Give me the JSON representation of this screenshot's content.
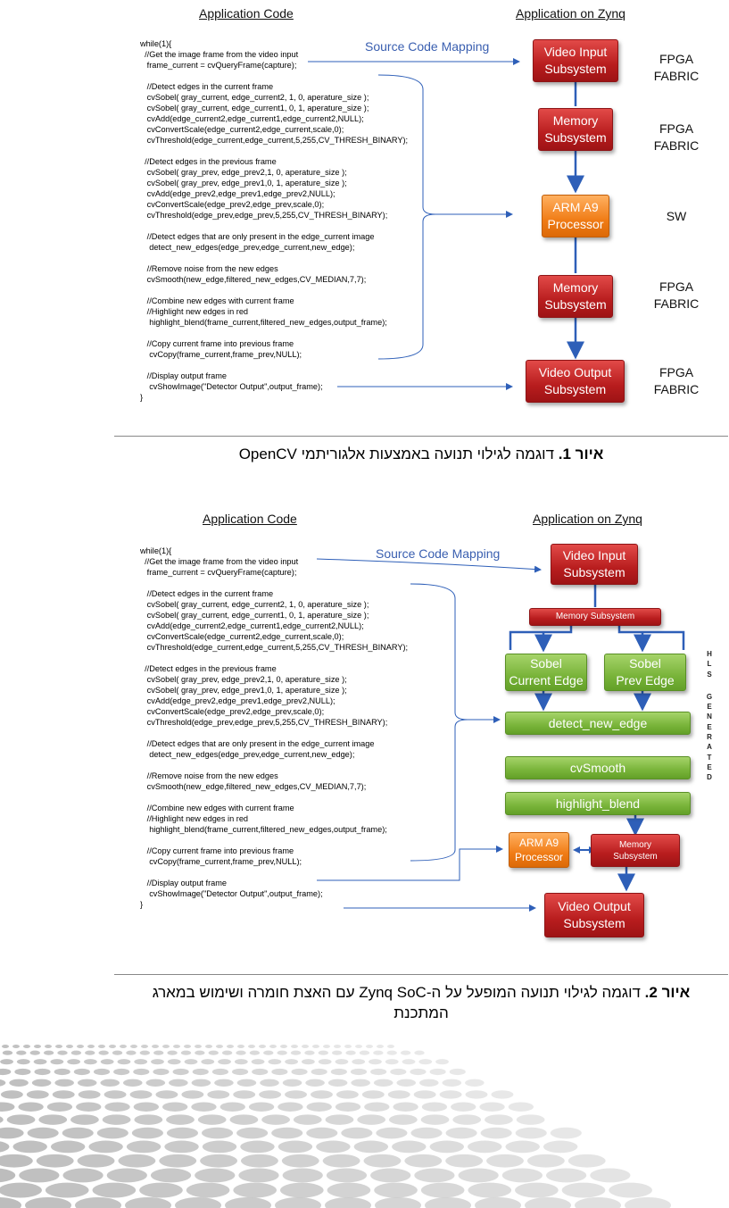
{
  "fig1": {
    "left_title": "Application Code",
    "right_title": "Application on Zynq",
    "mapping_label": "Source Code Mapping",
    "code": [
      "while(1){",
      "  //Get the image frame from the video input",
      "   frame_current = cvQueryFrame(capture);",
      "",
      "   //Detect edges in the current frame",
      "   cvSobel( gray_current, edge_current2, 1, 0, aperature_size );",
      "   cvSobel( gray_current, edge_current1, 0, 1, aperature_size );",
      "   cvAdd(edge_current2,edge_current1,edge_current2,NULL);",
      "   cvConvertScale(edge_current2,edge_current,scale,0);",
      "   cvThreshold(edge_current,edge_current,5,255,CV_THRESH_BINARY);",
      "",
      "  //Detect edges in the previous frame",
      "   cvSobel( gray_prev, edge_prev2,1, 0, aperature_size );",
      "   cvSobel( gray_prev, edge_prev1,0, 1, aperature_size );",
      "   cvAdd(edge_prev2,edge_prev1,edge_prev2,NULL);",
      "   cvConvertScale(edge_prev2,edge_prev,scale,0);",
      "   cvThreshold(edge_prev,edge_prev,5,255,CV_THRESH_BINARY);",
      "",
      "   //Detect edges that are only present in the edge_current image",
      "    detect_new_edges(edge_prev,edge_current,new_edge);",
      "",
      "   //Remove noise from the new edges",
      "   cvSmooth(new_edge,filtered_new_edges,CV_MEDIAN,7,7);",
      "",
      "   //Combine new edges with current frame",
      "   //Highlight new edges in red",
      "    highlight_blend(frame_current,filtered_new_edges,output_frame);",
      "",
      "   //Copy current frame into previous frame",
      "    cvCopy(frame_current,frame_prev,NULL);",
      "",
      "   //Display output frame",
      "    cvShowImage(\"Detector Output\",output_frame);",
      "}"
    ],
    "boxes": {
      "video_in": "Video Input\nSubsystem",
      "mem1": "Memory\nSubsystem",
      "arm": "ARM A9\nProcessor",
      "mem2": "Memory\nSubsystem",
      "video_out": "Video Output\nSubsystem"
    },
    "side_labels": [
      "FPGA\nFABRIC",
      "FPGA\nFABRIC",
      "SW",
      "FPGA\nFABRIC",
      "FPGA\nFABRIC"
    ],
    "caption_bold": "איור 1.",
    "caption_text": " דוגמה לגילוי תנועה באמצעות אלגוריתמי OpenCV"
  },
  "fig2": {
    "left_title": "Application Code",
    "right_title": "Application on Zynq",
    "mapping_label": "Source Code Mapping",
    "code": [
      "while(1){",
      "  //Get the image frame from the video input",
      "   frame_current = cvQueryFrame(capture);",
      "",
      "   //Detect edges in the current frame",
      "   cvSobel( gray_current, edge_current2, 1, 0, aperature_size );",
      "   cvSobel( gray_current, edge_current1, 0, 1, aperature_size );",
      "   cvAdd(edge_current2,edge_current1,edge_current2,NULL);",
      "   cvConvertScale(edge_current2,edge_current,scale,0);",
      "   cvThreshold(edge_current,edge_current,5,255,CV_THRESH_BINARY);",
      "",
      "  //Detect edges in the previous frame",
      "   cvSobel( gray_prev, edge_prev2,1, 0, aperature_size );",
      "   cvSobel( gray_prev, edge_prev1,0, 1, aperature_size );",
      "   cvAdd(edge_prev2,edge_prev1,edge_prev2,NULL);",
      "   cvConvertScale(edge_prev2,edge_prev,scale,0);",
      "   cvThreshold(edge_prev,edge_prev,5,255,CV_THRESH_BINARY);",
      "",
      "   //Detect edges that are only present in the edge_current image",
      "    detect_new_edges(edge_prev,edge_current,new_edge);",
      "",
      "   //Remove noise from the new edges",
      "   cvSmooth(new_edge,filtered_new_edges,CV_MEDIAN,7,7);",
      "",
      "   //Combine new edges with current frame",
      "   //Highlight new edges in red",
      "    highlight_blend(frame_current,filtered_new_edges,output_frame);",
      "",
      "   //Copy current frame into previous frame",
      "    cvCopy(frame_current,frame_prev,NULL);",
      "",
      "   //Display output frame",
      "    cvShowImage(\"Detector Output\",output_frame);",
      "}"
    ],
    "boxes": {
      "video_in": "Video Input\nSubsystem",
      "mem_top": "Memory Subsystem",
      "sobel_cur": "Sobel\nCurrent Edge",
      "sobel_prev": "Sobel\nPrev Edge",
      "detect": "detect_new_edge",
      "smooth": "cvSmooth",
      "blend": "highlight_blend",
      "arm": "ARM A9\nProcessor",
      "mem_bottom": "Memory\nSubsystem",
      "video_out": "Video Output\nSubsystem"
    },
    "hls_label": "HLS GENERATED",
    "caption_bold": "איור 2.",
    "caption_text": " דוגמה לגילוי תנועה המופעל על ה-Zynq SoC עם האצת חומרה ושימוש במארג המתכנת"
  },
  "colors": {
    "red_box": "#b81d1e",
    "orange_box": "#f07c16",
    "green_box": "#79b43a",
    "arrow": "#2e5fb8",
    "mapping_text": "#3a5fb0"
  },
  "decoration": "grey dotted perspective pattern"
}
